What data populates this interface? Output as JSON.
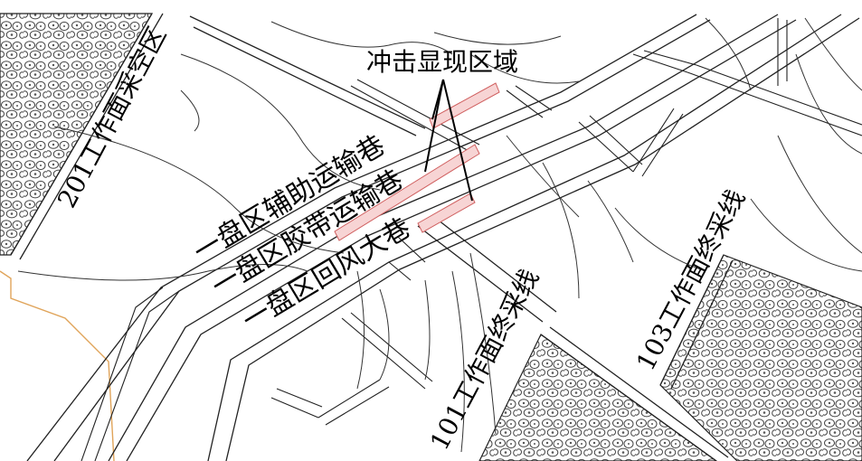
{
  "title": "冲击显现区域",
  "roadways": {
    "aux": "一盘区辅助运输巷",
    "belt": "一盘区胶带运输巷",
    "return": "一盘区回风大巷"
  },
  "faces": {
    "goaf_201": "201工作面采空区",
    "stop_101": "101工作面终采线",
    "stop_103": "103工作面终采线"
  },
  "colors": {
    "line": "#222222",
    "impact_zone": "#e07070",
    "orange_line": "#e0a45a",
    "gob_stone": "#444444"
  }
}
